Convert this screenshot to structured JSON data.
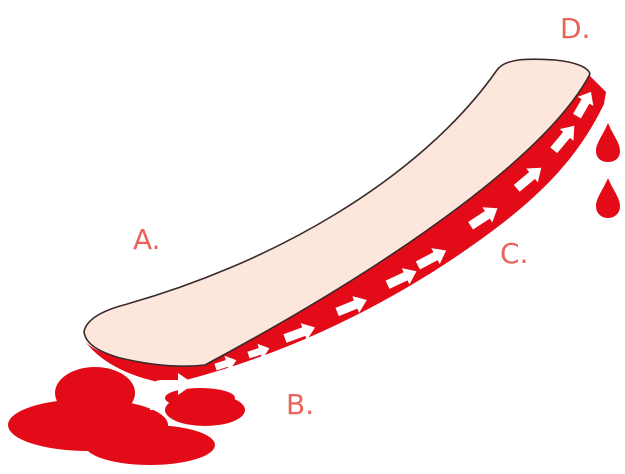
{
  "labels": {
    "a": "A.",
    "b": "B.",
    "c": "C.",
    "d": "D."
  },
  "colors": {
    "blood": "#e30b17",
    "pad_top": "#fde7dd",
    "outline": "#3a2a2a",
    "arrow": "#ffffff",
    "label": "#e8635a"
  },
  "icons": {
    "flow": "arrow-right-icon",
    "turn": "curved-arrow-icon",
    "drop": "blood-drop-icon"
  }
}
